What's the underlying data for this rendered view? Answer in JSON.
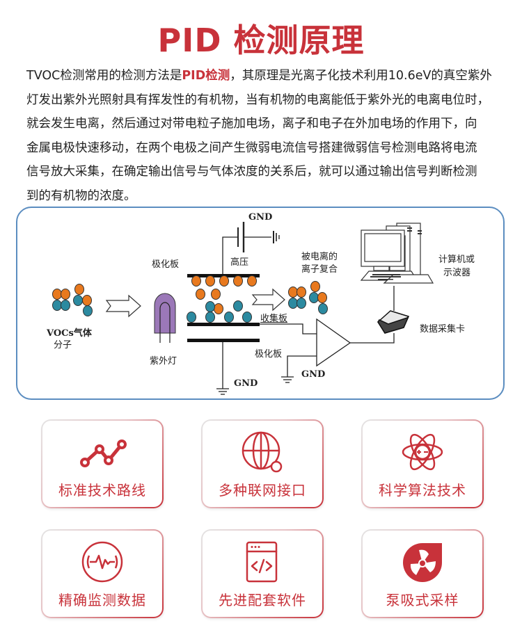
{
  "header": {
    "title": "PID 检测原理"
  },
  "intro": {
    "lines": [
      {
        "pre": "TVOC检测常用的检测方法是",
        "highlight": "PID检测",
        "post": "，其原理是光离子化技术利用10.6eV的真空紫外"
      },
      {
        "text": "灯发出紫外光照射具有挥发性的有机物，当有机物的电离能低于紫外光的电离电位时，"
      },
      {
        "text": "就会发生电离，然后通过对带电粒子施加电场，离子和电子在外加电场的作用下，向"
      },
      {
        "text": "金属电极快速移动，在两个电极之间产生微弱电流信号搭建微弱信号检测电路将电流"
      },
      {
        "text": "信号放大采集，在确定输出信号与气体浓度的关系后，就可以通过输出信号判断检测"
      },
      {
        "text": "到的有机物的浓度。"
      }
    ]
  },
  "diagram": {
    "labels": {
      "gnd_top": "GND",
      "high_voltage": "高压",
      "polarizing_plate_top": "极化板",
      "ionized_recombine_1": "被电离的",
      "ionized_recombine_2": "离子复合",
      "computer_1": "计算机或",
      "computer_2": "示波器",
      "voc_gas_1": "VOCs气体",
      "voc_gas_2": "分子",
      "uv_lamp": "紫外灯",
      "collector_plate": "收集板",
      "polarizing_plate_bottom": "极化板",
      "data_card": "数据采集卡",
      "gnd_bottom_left": "GND",
      "gnd_bottom_right": "GND"
    },
    "colors": {
      "cation": "#e8791e",
      "anion": "#2c8aa0",
      "lamp": "#9b78b8",
      "border": "#5b8dc0"
    }
  },
  "features": [
    {
      "label": "标准技术路线",
      "icon": "trend-line-icon"
    },
    {
      "label": "多种联网接口",
      "icon": "globe-network-icon"
    },
    {
      "label": "科学算法技术",
      "icon": "atom-icon"
    },
    {
      "label": "精确监测数据",
      "icon": "waveform-circle-icon"
    },
    {
      "label": "先进配套软件",
      "icon": "code-window-icon"
    },
    {
      "label": "泵吸式采样",
      "icon": "pump-fan-icon"
    }
  ],
  "theme": {
    "accent": "#c8323a"
  }
}
